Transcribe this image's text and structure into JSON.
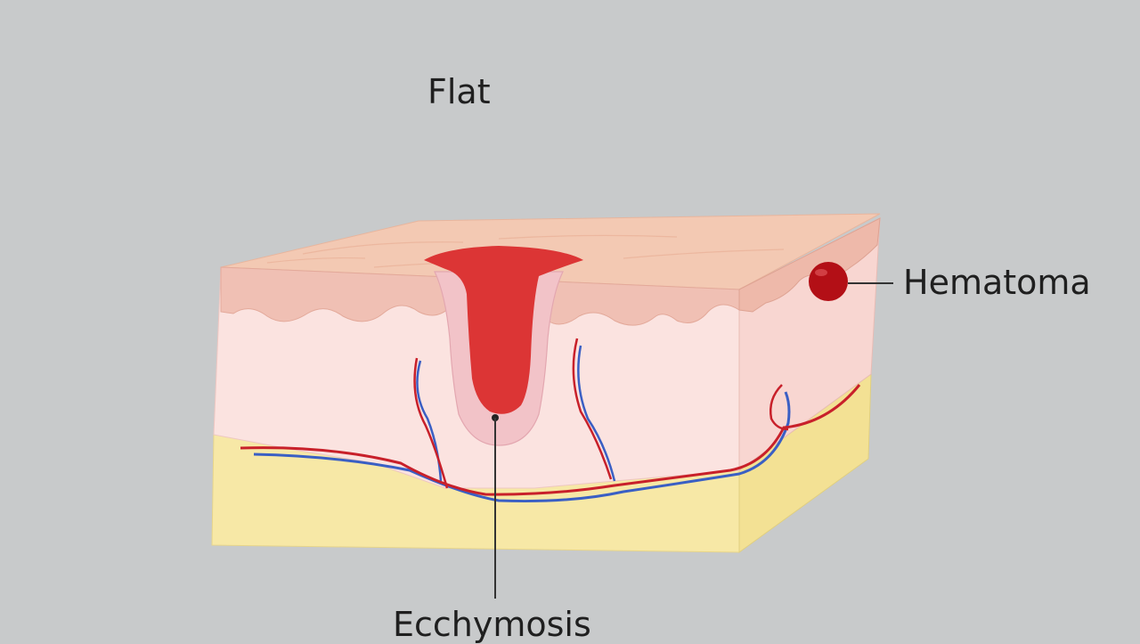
{
  "title": "Flat",
  "labels": {
    "hematoma": "Hematoma",
    "ecchymosis": "Ecchymosis"
  },
  "colors": {
    "background": "#c8cacb",
    "epidermis_top": "#f3c9b3",
    "epidermis_front": "#f0c0b4",
    "dermis": "#fbe3e0",
    "subcutaneous_fat": "#f7e8a6",
    "blood": "#dc3535",
    "hematoma": "#b30f16",
    "artery": "#c8202a",
    "vein": "#3a5fc4"
  }
}
